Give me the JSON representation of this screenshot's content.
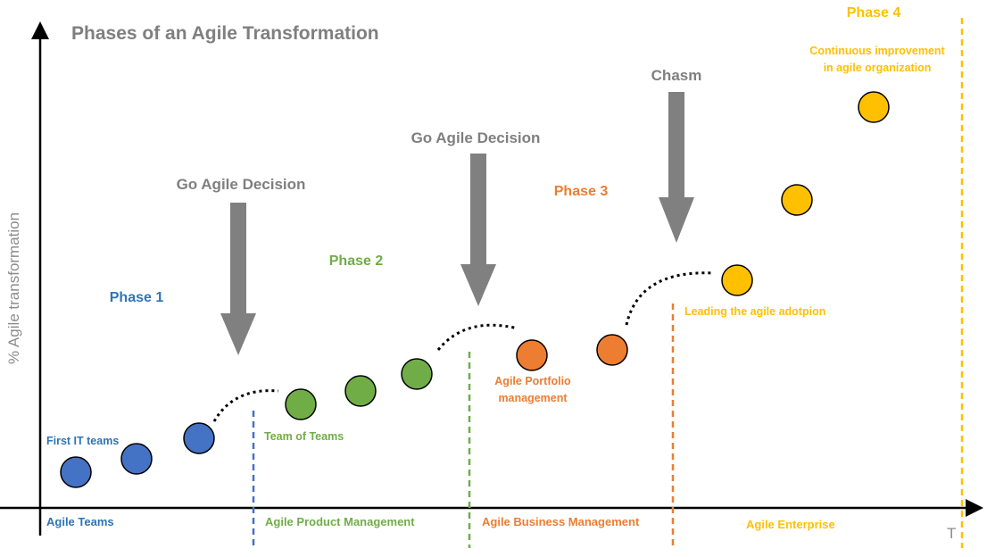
{
  "title": "Phases of an Agile Transformation",
  "y_axis_label": "% Agile transformation",
  "x_axis_label": "T",
  "colors": {
    "phase1": "#4472c4",
    "phase2": "#70ad47",
    "phase3": "#ed7d31",
    "phase4": "#ffc000",
    "arrow": "#808080"
  },
  "phases": [
    {
      "label": "Phase 1"
    },
    {
      "label": "Phase 2"
    },
    {
      "label": "Phase 3"
    },
    {
      "label": "Phase 4"
    }
  ],
  "decisions": [
    {
      "label": "Go Agile Decision"
    },
    {
      "label": "Go Agile Decision"
    },
    {
      "label": "Chasm"
    }
  ],
  "notes": {
    "first_it_teams": "First IT teams",
    "team_of_teams": "Team of Teams",
    "portfolio_line1": "Agile Portfolio",
    "portfolio_line2": "management",
    "leading": "Leading the agile adotpion",
    "continuous_line1": "Continuous improvement",
    "continuous_line2": "in agile organization"
  },
  "sections": [
    {
      "label": "Agile Teams"
    },
    {
      "label": "Agile Product Management"
    },
    {
      "label": "Agile Business Management"
    },
    {
      "label": "Agile Enterprise"
    }
  ]
}
